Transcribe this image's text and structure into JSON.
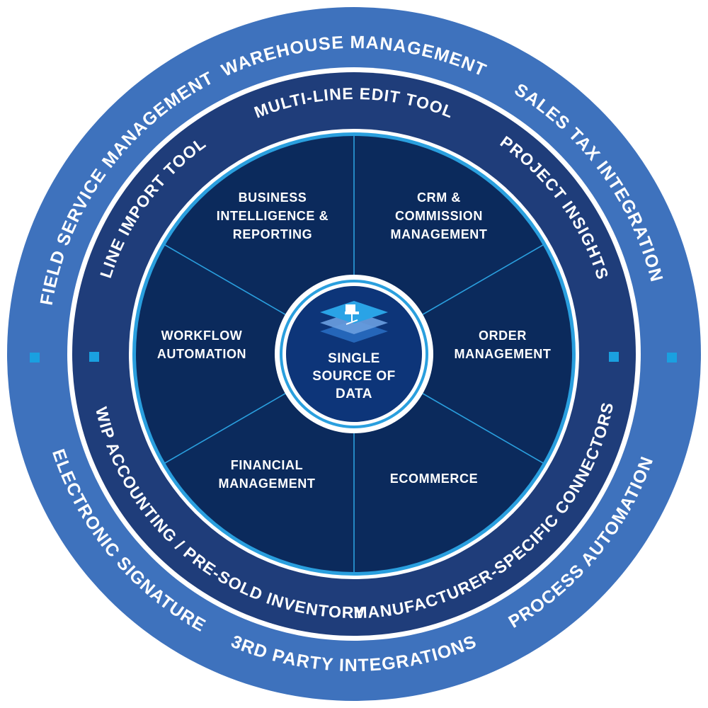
{
  "outer_ring": {
    "top": "WAREHOUSE MANAGEMENT",
    "upper_left": "FIELD SERVICE MANAGEMENT",
    "upper_right": "SALES TAX INTEGRATION",
    "lower_left": "ELECTRONIC SIGNATURE",
    "lower_right": "PROCESS AUTOMATION",
    "bottom": "3RD PARTY INTEGRATIONS"
  },
  "middle_ring": {
    "top": "MULTI-LINE EDIT TOOL",
    "upper_left": "LINE IMPORT TOOL",
    "upper_right": "PROJECT INSIGHTS",
    "lower_left": "WIP ACCOUNTING / PRE-SOLD INVENTORY",
    "lower_right": "MANUFACTURER-SPECIFIC CONNECTORS"
  },
  "segments": [
    {
      "lines": [
        "BUSINESS",
        "INTELLIGENCE &",
        "REPORTING"
      ]
    },
    {
      "lines": [
        "CRM &",
        "COMMISSION",
        "MANAGEMENT"
      ]
    },
    {
      "lines": [
        "ORDER",
        "MANAGEMENT"
      ]
    },
    {
      "lines": [
        "ECOMMERCE"
      ]
    },
    {
      "lines": [
        "FINANCIAL",
        "MANAGEMENT"
      ]
    },
    {
      "lines": [
        "WORKFLOW",
        "AUTOMATION"
      ]
    }
  ],
  "hub": {
    "lines": [
      "SINGLE",
      "SOURCE OF",
      "DATA"
    ],
    "icon": "stacked-layers-chair-icon"
  },
  "colors": {
    "outer_ring": "#3e72bd",
    "middle_ring": "#1f3d7a",
    "inner_disc": "#0b2a5c",
    "accent": "#2a9fde",
    "divider": "#2a9fde",
    "marker": "#1aa0e0"
  }
}
